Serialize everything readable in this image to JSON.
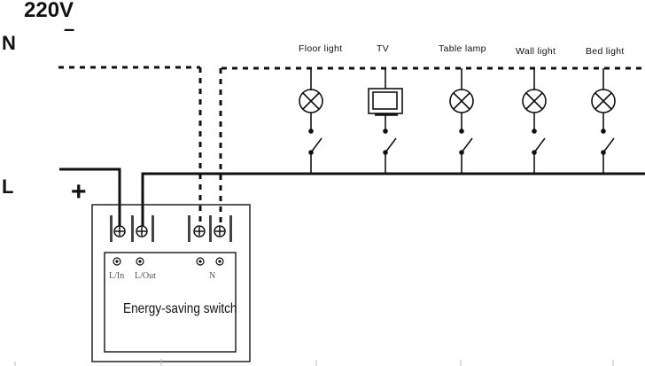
{
  "diagram": {
    "voltage_label": "220V",
    "minus_sign": "–",
    "plus_sign": "+",
    "neutral_label": "N",
    "live_label": "L",
    "devices": [
      {
        "label": "Floor light",
        "symbol": "lamp"
      },
      {
        "label": "TV",
        "symbol": "tv"
      },
      {
        "label": "Table lamp",
        "symbol": "lamp"
      },
      {
        "label": "Wall  light",
        "symbol": "lamp"
      },
      {
        "label": "Bed  light",
        "symbol": "lamp"
      }
    ],
    "switch_box": {
      "title": "Energy-saving switch",
      "terminals": [
        {
          "label": "L/In"
        },
        {
          "label": "L/Out"
        },
        {
          "label": "N"
        }
      ]
    }
  }
}
